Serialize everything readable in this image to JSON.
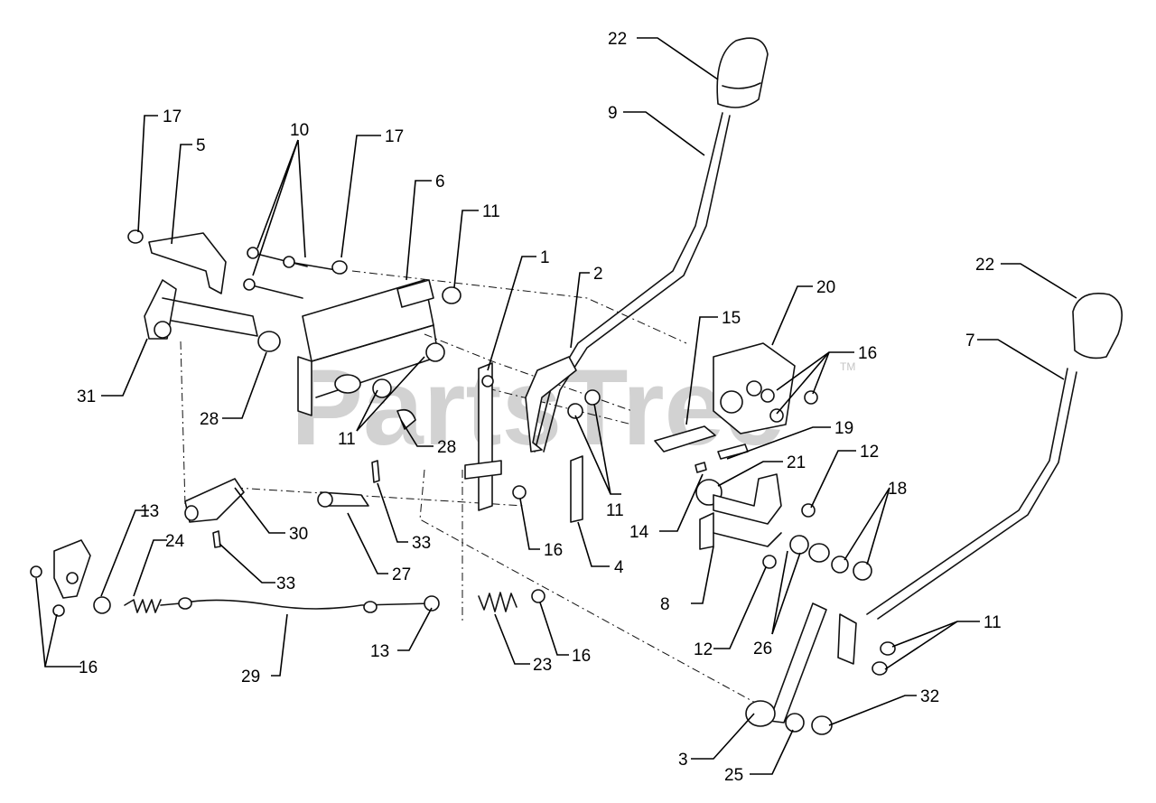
{
  "watermark": {
    "text": "PartsTree",
    "mark": "TM"
  },
  "callouts": [
    {
      "id": "c22a",
      "label": "22"
    },
    {
      "id": "c9",
      "label": "9"
    },
    {
      "id": "c17a",
      "label": "17"
    },
    {
      "id": "c5",
      "label": "5"
    },
    {
      "id": "c10",
      "label": "10"
    },
    {
      "id": "c17b",
      "label": "17"
    },
    {
      "id": "c6",
      "label": "6"
    },
    {
      "id": "c11a",
      "label": "11"
    },
    {
      "id": "c1",
      "label": "1"
    },
    {
      "id": "c2",
      "label": "2"
    },
    {
      "id": "c15",
      "label": "15"
    },
    {
      "id": "c20",
      "label": "20"
    },
    {
      "id": "c16a",
      "label": "16"
    },
    {
      "id": "c22b",
      "label": "22"
    },
    {
      "id": "c7",
      "label": "7"
    },
    {
      "id": "c31",
      "label": "31"
    },
    {
      "id": "c28a",
      "label": "28"
    },
    {
      "id": "c11b",
      "label": "11"
    },
    {
      "id": "c28b",
      "label": "28"
    },
    {
      "id": "c11c",
      "label": "11"
    },
    {
      "id": "c19",
      "label": "19"
    },
    {
      "id": "c12a",
      "label": "12"
    },
    {
      "id": "c21",
      "label": "21"
    },
    {
      "id": "c14",
      "label": "14"
    },
    {
      "id": "c18",
      "label": "18"
    },
    {
      "id": "c30",
      "label": "30"
    },
    {
      "id": "c33a",
      "label": "33"
    },
    {
      "id": "c16b",
      "label": "16"
    },
    {
      "id": "c4",
      "label": "4"
    },
    {
      "id": "c13a",
      "label": "13"
    },
    {
      "id": "c24",
      "label": "24"
    },
    {
      "id": "c33b",
      "label": "33"
    },
    {
      "id": "c27",
      "label": "27"
    },
    {
      "id": "c8",
      "label": "8"
    },
    {
      "id": "c12b",
      "label": "12"
    },
    {
      "id": "c26",
      "label": "26"
    },
    {
      "id": "c11d",
      "label": "11"
    },
    {
      "id": "c16c",
      "label": "16"
    },
    {
      "id": "c29",
      "label": "29"
    },
    {
      "id": "c13b",
      "label": "13"
    },
    {
      "id": "c23",
      "label": "23"
    },
    {
      "id": "c16d",
      "label": "16"
    },
    {
      "id": "c32",
      "label": "32"
    },
    {
      "id": "c3",
      "label": "3"
    },
    {
      "id": "c25",
      "label": "25"
    }
  ]
}
